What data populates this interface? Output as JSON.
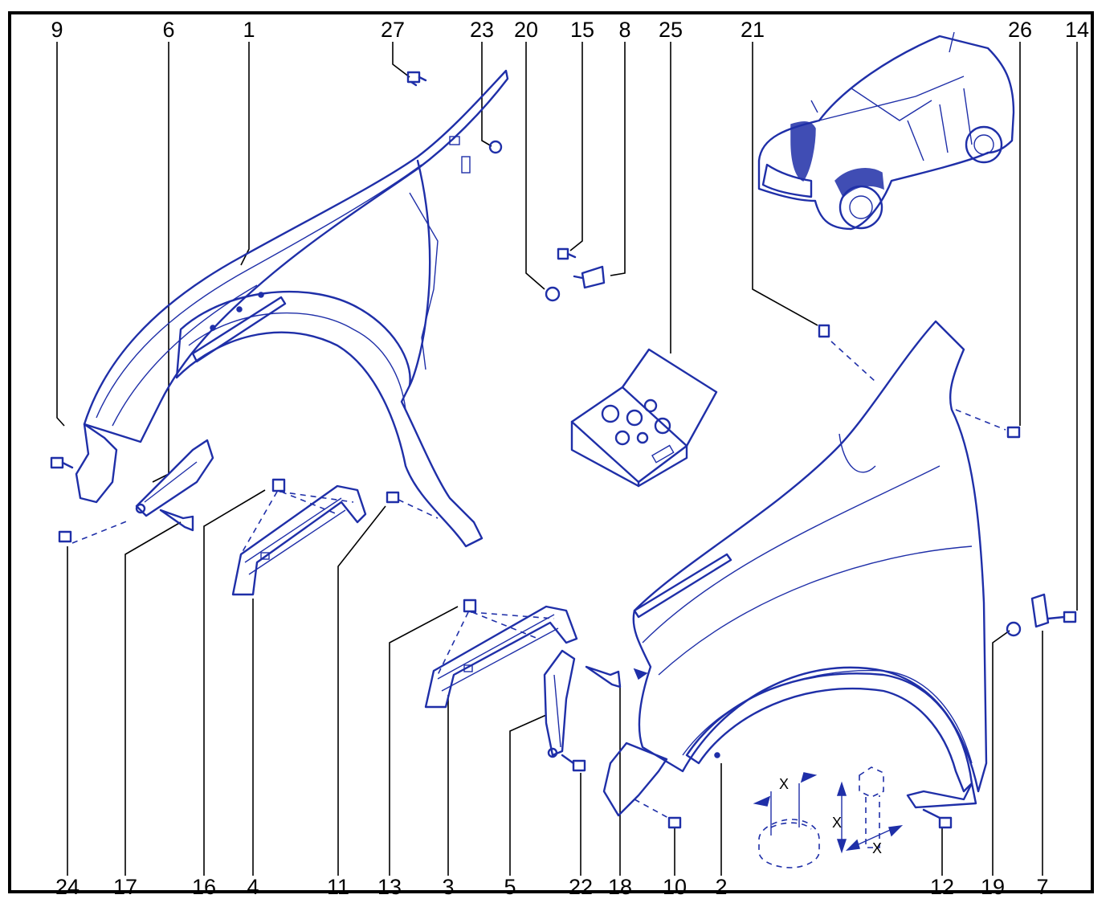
{
  "top_labels": [
    "9",
    "6",
    "1",
    "27",
    "23",
    "20",
    "15",
    "8",
    "25",
    "21",
    "26",
    "14"
  ],
  "bottom_labels": [
    "24",
    "17",
    "16",
    "4",
    "11",
    "13",
    "3",
    "5",
    "22",
    "18",
    "10",
    "2",
    "12",
    "19",
    "7"
  ],
  "dimension_marks": [
    "X",
    "X",
    "X"
  ],
  "colors": {
    "line": "#1f2fa8",
    "text": "#000000",
    "frame": "#000000"
  }
}
